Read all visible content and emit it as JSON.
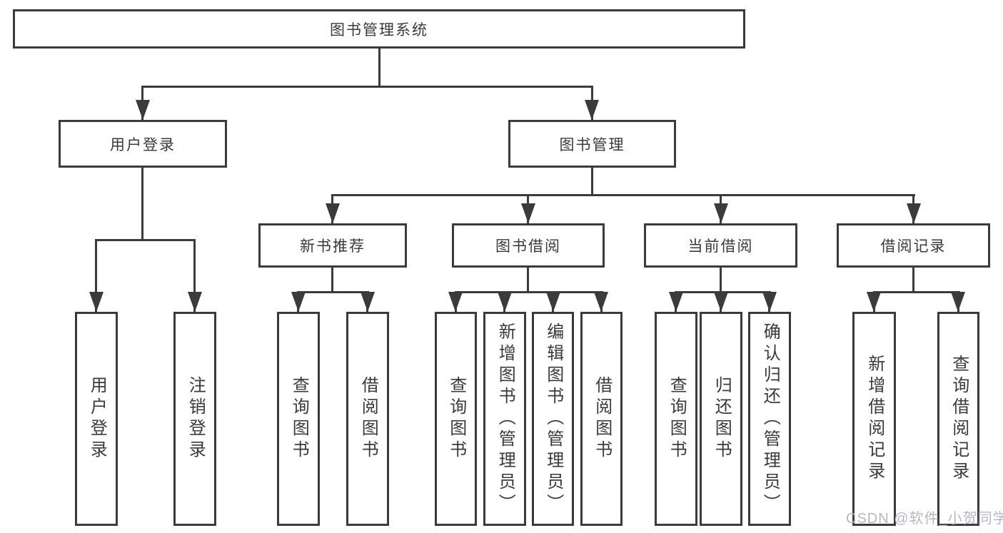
{
  "diagram_type": "hierarchy-diagram",
  "colors": {
    "stroke": "#3b3b3b",
    "text": "#3a3a3a",
    "background": "#ffffff",
    "watermark_text_color": "#b7b7c3"
  },
  "watermark": {
    "text": "CSDN @软件_小贺同学"
  },
  "tree": {
    "label": "图书管理系统",
    "children": [
      {
        "label": "用户登录",
        "children": [
          {
            "label": "用户登录"
          },
          {
            "label": "注销登录"
          }
        ]
      },
      {
        "label": "图书管理",
        "children": [
          {
            "label": "新书推荐",
            "children": [
              {
                "label": "查询图书"
              },
              {
                "label": "借阅图书"
              }
            ]
          },
          {
            "label": "图书借阅",
            "children": [
              {
                "label": "查询图书"
              },
              {
                "label": "新增图书（管理员）"
              },
              {
                "label": "编辑图书（管理员）"
              },
              {
                "label": "借阅图书"
              }
            ]
          },
          {
            "label": "当前借阅",
            "children": [
              {
                "label": "查询图书"
              },
              {
                "label": "归还图书"
              },
              {
                "label": "确认归还（管理员）"
              }
            ]
          },
          {
            "label": "借阅记录",
            "children": [
              {
                "label": "新增借阅记录"
              },
              {
                "label": "查询借阅记录"
              }
            ]
          }
        ]
      }
    ]
  }
}
